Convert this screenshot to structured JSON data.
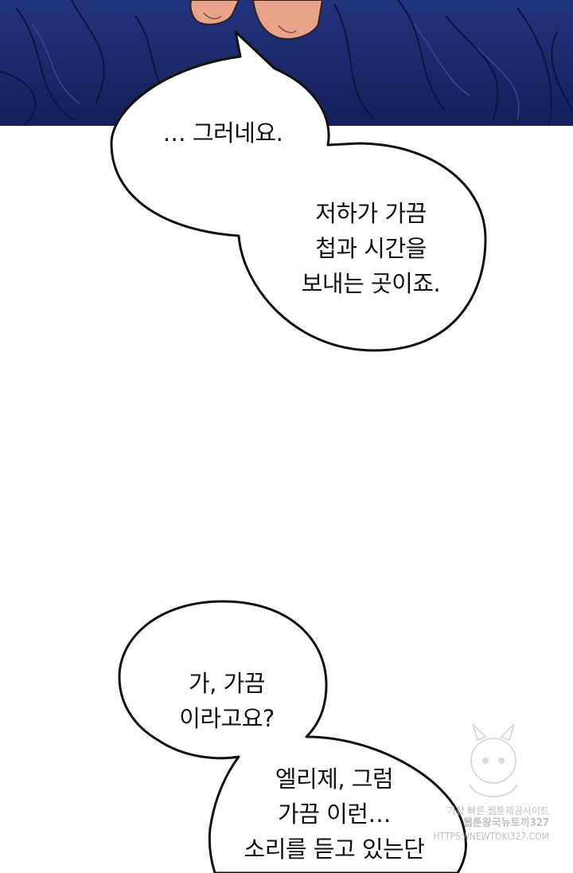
{
  "colors": {
    "panel_navy": "#1d2b6e",
    "panel_navy_dark": "#141d4f",
    "skin": "#e8a38a",
    "bubble_fill": "#ffffff",
    "bubble_stroke": "#111111",
    "text": "#111111",
    "watermark": "#b9b9b9"
  },
  "panel": {
    "description_icon": "robe-and-hands-art"
  },
  "dialogue": {
    "bubble1": "… 그러네요.",
    "bubble2": "저하가 가끔\n첩과 시간을\n보내는 곳이죠.",
    "bubble3": "가, 가끔\n이라고요?",
    "bubble4": "엘리제, 그럼\n가끔 이런…\n소리를 듣고 있는단"
  },
  "watermark": {
    "line1": "가장 빠른 웹툰제공사이트",
    "line2": "웹툰왕국뉴토끼327",
    "line3": "HTTPS://NEWTOKI327.COM"
  }
}
